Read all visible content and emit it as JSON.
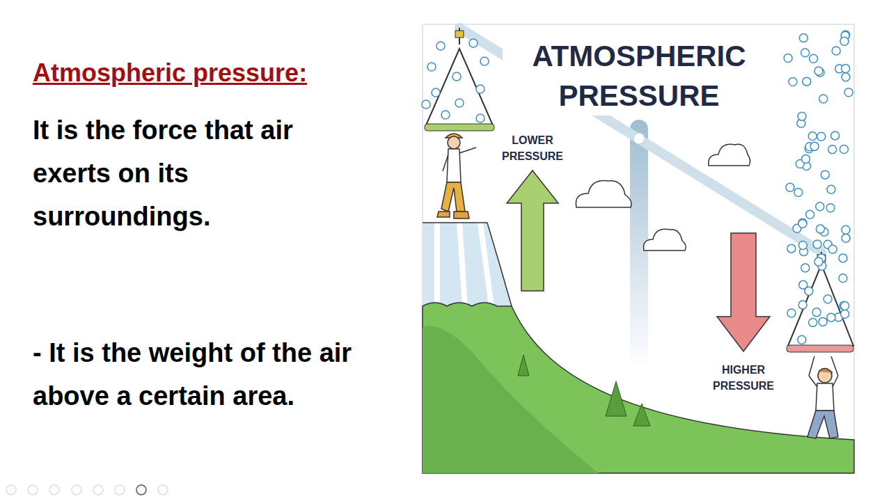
{
  "diagram": {
    "title": "Atmospheric pressure:",
    "labels": [
      "It is the force that air exerts on its surroundings.",
      "- It is the weight of the air above a certain area.",
      "ATMOSPHERIC PRESSURE",
      "LOWER PRESSURE",
      "HIGHER PRESSURE"
    ]
  }
}
